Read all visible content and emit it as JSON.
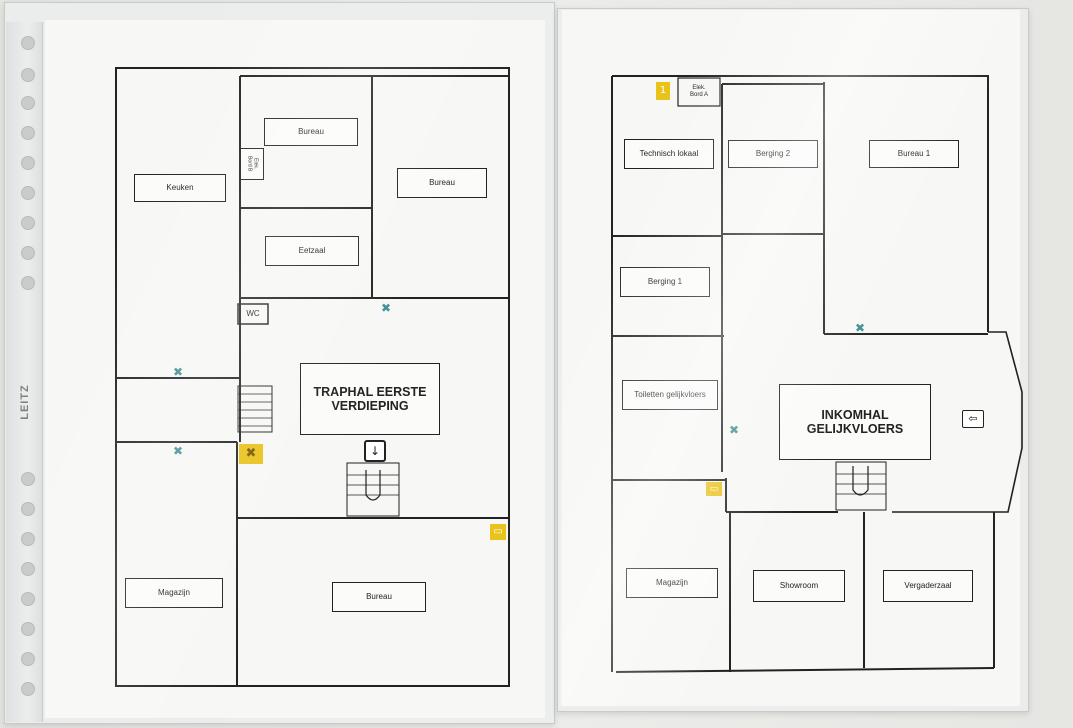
{
  "sleeve_brand": "LEITZ",
  "left_plan": {
    "rooms": {
      "keuken": "Keuken",
      "bureau_top": "Bureau",
      "elek_bord_b": "Elek.\nBord B",
      "bureau_right": "Bureau",
      "eetzaal": "Eetzaal",
      "wc": "WC",
      "traphal": "TRAPHAL EERSTE VERDIEPING",
      "magazijn": "Magazijn",
      "bureau_bottom": "Bureau"
    }
  },
  "right_plan": {
    "rooms": {
      "elek_bord_a": "Elek.\nBord A",
      "technisch_lokaal": "Technisch lokaal",
      "berging_2": "Berging 2",
      "bureau_1": "Bureau 1",
      "berging_1": "Berging 1",
      "toiletten": "Toiletten gelijkvloers",
      "inkomhal": "INKOMHAL GELIJKVLOERS",
      "magazijn": "Magazijn",
      "showroom": "Showroom",
      "vergaderzaal": "Vergaderzaal"
    }
  },
  "icons": {
    "extinguisher": "fire-extinguisher-icon",
    "exit": "emergency-exit-icon",
    "stairs": "staircase-icon",
    "you_are_here": "down-arrow-marker-icon",
    "entrance": "entrance-icon",
    "electrical": "electrical-panel-icon"
  },
  "colors": {
    "wall_line": "#222222",
    "sign_yellow": "#e9c21a",
    "extinguisher_teal": "#3f8f93"
  }
}
